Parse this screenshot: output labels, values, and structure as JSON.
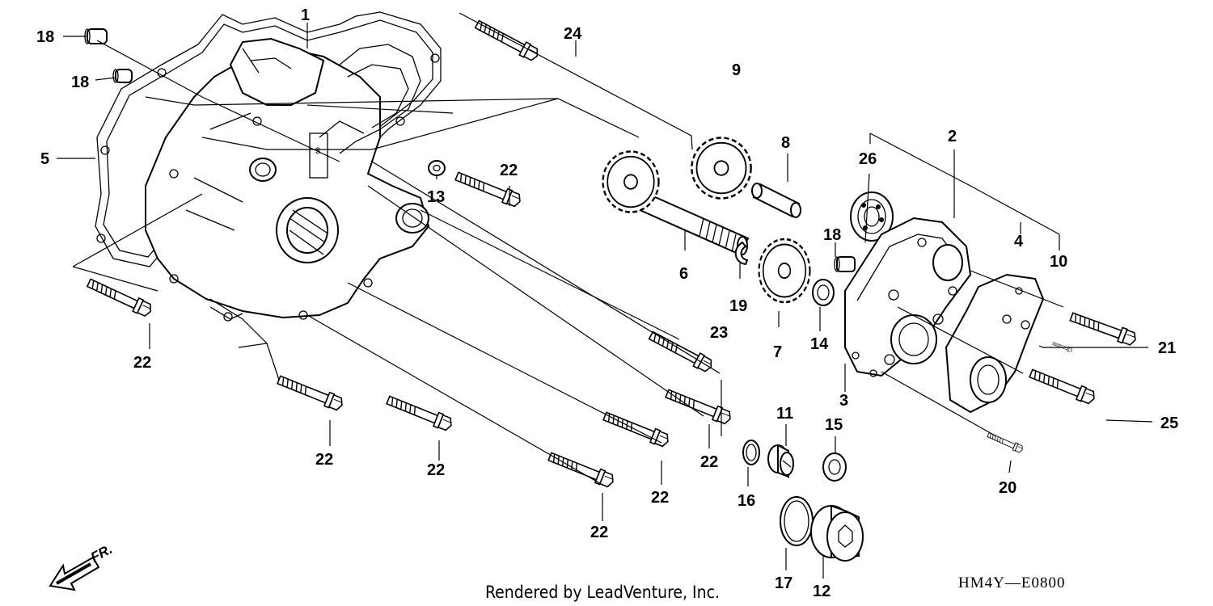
{
  "diagram": {
    "callouts": {
      "c1": "1",
      "c2": "2",
      "c3": "3",
      "c4": "4",
      "c5": "5",
      "c6": "6",
      "c7": "7",
      "c8": "8",
      "c9": "9",
      "c10": "10",
      "c11": "11",
      "c12": "12",
      "c13": "13",
      "c14": "14",
      "c15": "15",
      "c16": "16",
      "c17": "17",
      "c18a": "18",
      "c18b": "18",
      "c18c": "18",
      "c19": "19",
      "c20": "20",
      "c21": "21",
      "c22a": "22",
      "c22b": "22",
      "c22c": "22",
      "c22d": "22",
      "c22e": "22",
      "c22f": "22",
      "c22g": "22",
      "c23": "23",
      "c24": "24",
      "c25": "25",
      "c26": "26"
    },
    "front_marker": "FR.",
    "credit": "Rendered by LeadVenture, Inc.",
    "code": "HM4Y—E0800"
  }
}
